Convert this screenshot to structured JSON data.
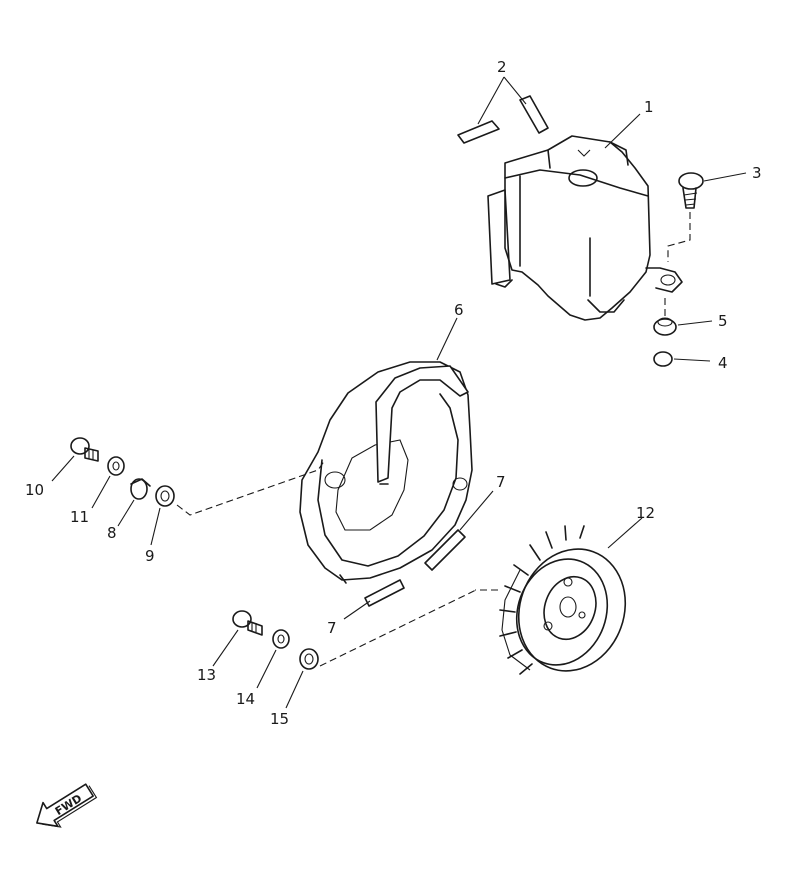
{
  "callouts": [
    {
      "id": "c1",
      "label": "1"
    },
    {
      "id": "c2",
      "label": "2"
    },
    {
      "id": "c3",
      "label": "3"
    },
    {
      "id": "c4",
      "label": "4"
    },
    {
      "id": "c5",
      "label": "5"
    },
    {
      "id": "c6",
      "label": "6"
    },
    {
      "id": "c7a",
      "label": "7"
    },
    {
      "id": "c7b",
      "label": "7"
    },
    {
      "id": "c8",
      "label": "8"
    },
    {
      "id": "c9",
      "label": "9"
    },
    {
      "id": "c10",
      "label": "10"
    },
    {
      "id": "c11",
      "label": "11"
    },
    {
      "id": "c12",
      "label": "12"
    },
    {
      "id": "c13",
      "label": "13"
    },
    {
      "id": "c14",
      "label": "14"
    },
    {
      "id": "c15",
      "label": "15"
    }
  ],
  "direction_arrow": {
    "label": "FWD"
  }
}
